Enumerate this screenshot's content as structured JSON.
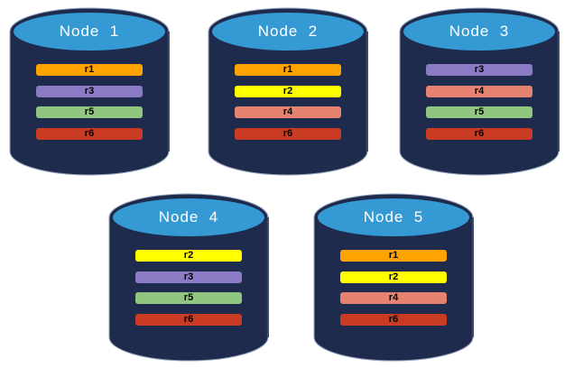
{
  "diagram_title": "database-node-replica-placement",
  "colors": {
    "background": "#ffffff",
    "cylinder_body": "#1E2B4D",
    "cylinder_outline": "#97A5BE",
    "cylinder_top": "#3599D4",
    "cylinder_edge_highlight": "#3A4A6B",
    "title_text": "#ffffff",
    "bar_text": "#000000"
  },
  "replica_colors": {
    "r1": "#FFA302",
    "r2": "#FFFF00",
    "r3": "#8A7BC4",
    "r4": "#E58270",
    "r5": "#90C67F",
    "r6": "#C93B22"
  },
  "nodes": [
    {
      "title": "Node  1",
      "replicas": [
        "r1",
        "r3",
        "r5",
        "r6"
      ]
    },
    {
      "title": "Node  2",
      "replicas": [
        "r1",
        "r2",
        "r4",
        "r6"
      ]
    },
    {
      "title": "Node  3",
      "replicas": [
        "r3",
        "r4",
        "r5",
        "r6"
      ]
    },
    {
      "title": "Node  4",
      "replicas": [
        "r2",
        "r3",
        "r5",
        "r6"
      ]
    },
    {
      "title": "Node  5",
      "replicas": [
        "r1",
        "r2",
        "r4",
        "r6"
      ]
    }
  ]
}
